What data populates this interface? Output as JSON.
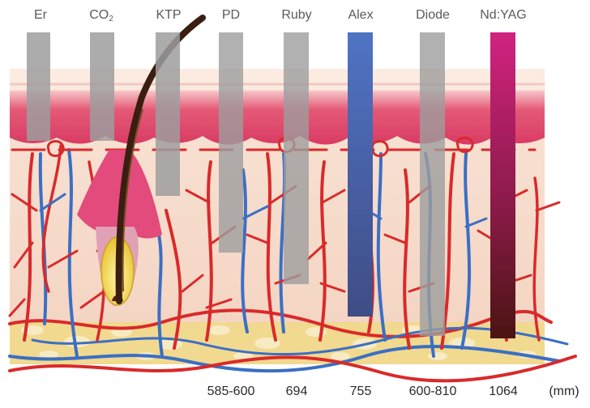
{
  "lasers": [
    {
      "name": "Er",
      "wavelength": "",
      "color": "#9e9e9e",
      "depth": "epidermis-only"
    },
    {
      "name": "CO",
      "sub": "2",
      "wavelength": "",
      "color": "#9e9e9e",
      "depth": "epidermis-only"
    },
    {
      "name": "KTP",
      "wavelength": "",
      "color": "#9e9e9e",
      "depth": "upper-dermis"
    },
    {
      "name": "PD",
      "wavelength": "585-600",
      "color": "#9e9e9e",
      "depth": "mid-dermis"
    },
    {
      "name": "Ruby",
      "wavelength": "694",
      "color": "#9e9e9e",
      "depth": "mid-dermis"
    },
    {
      "name": "Alex",
      "wavelength": "755",
      "color": "#4a5fa8",
      "depth": "deep-dermis"
    },
    {
      "name": "Diode",
      "wavelength": "600-810",
      "color": "#9e9e9e",
      "depth": "subcutis"
    },
    {
      "name": "Nd:YAG",
      "wavelength": "1064",
      "color": "#c21b79",
      "depth": "subcutis"
    }
  ],
  "unit": "(mm)",
  "colors": {
    "epidermis": "#f7e3d1",
    "papillary": "#e2466a",
    "dermis": "#f7dccb",
    "fat": "#f2dca5",
    "artery": "#d92a2a",
    "vein": "#3b6fc4",
    "hair": "#3a1e10"
  }
}
